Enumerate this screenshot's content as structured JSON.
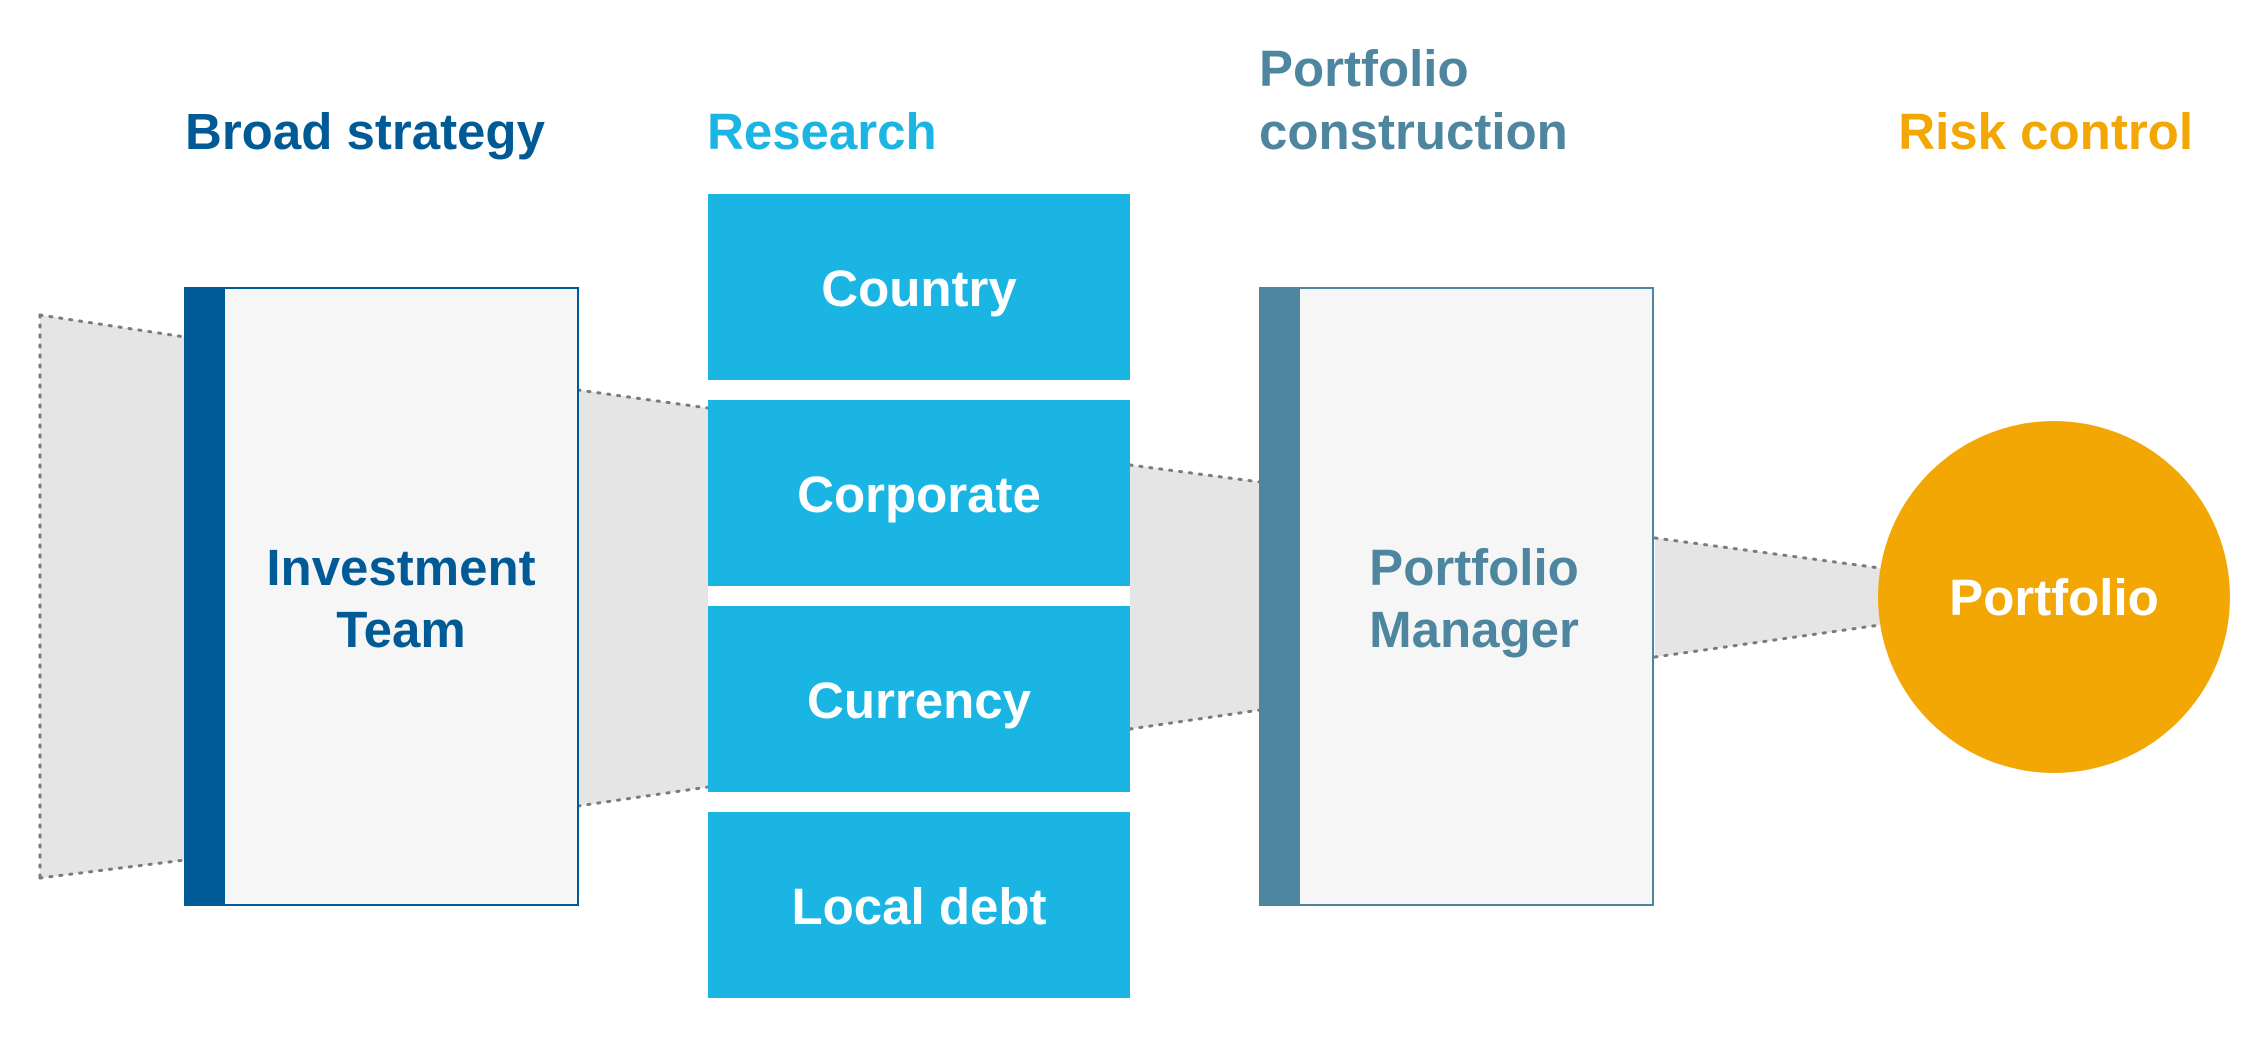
{
  "stages": {
    "broad_strategy": "Broad strategy",
    "research": "Research",
    "portfolio_construction_line1": "Portfolio",
    "portfolio_construction_line2": "construction",
    "risk_control": "Risk control"
  },
  "boxes": {
    "investment_team_line1": "Investment",
    "investment_team_line2": "Team",
    "portfolio_manager_line1": "Portfolio",
    "portfolio_manager_line2": "Manager",
    "portfolio": "Portfolio"
  },
  "research_items": [
    "Country",
    "Corporate",
    "Currency",
    "Local debt"
  ],
  "colors": {
    "dark_blue": "#005a96",
    "light_blue": "#1bb5e3",
    "slate": "#4e86a0",
    "orange": "#f3a704",
    "funnel_gray": "#e5e5e5",
    "panel_bg": "#f6f6f6",
    "dots": "#7a7a7a"
  }
}
